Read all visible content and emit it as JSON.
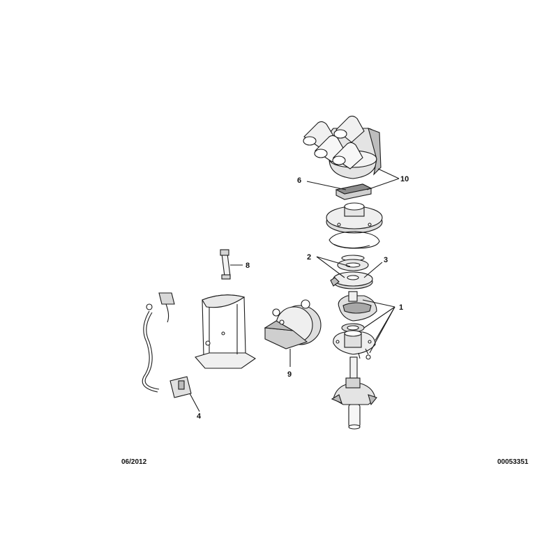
{
  "colors": {
    "ink": "#1a1a1a",
    "fill_light": "#f2f2f2",
    "fill_mid": "#d8d8d8",
    "fill_dark": "#a8a8a8",
    "background": "#ffffff"
  },
  "callouts": [
    {
      "id": "1",
      "label": "1"
    },
    {
      "id": "2",
      "label": "2"
    },
    {
      "id": "3",
      "label": "3"
    },
    {
      "id": "4",
      "label": "4"
    },
    {
      "id": "6",
      "label": "6"
    },
    {
      "id": "8",
      "label": "8"
    },
    {
      "id": "9",
      "label": "9"
    },
    {
      "id": "10",
      "label": "10"
    }
  ],
  "footer": {
    "date": "06/2012",
    "reference": "00053351"
  }
}
